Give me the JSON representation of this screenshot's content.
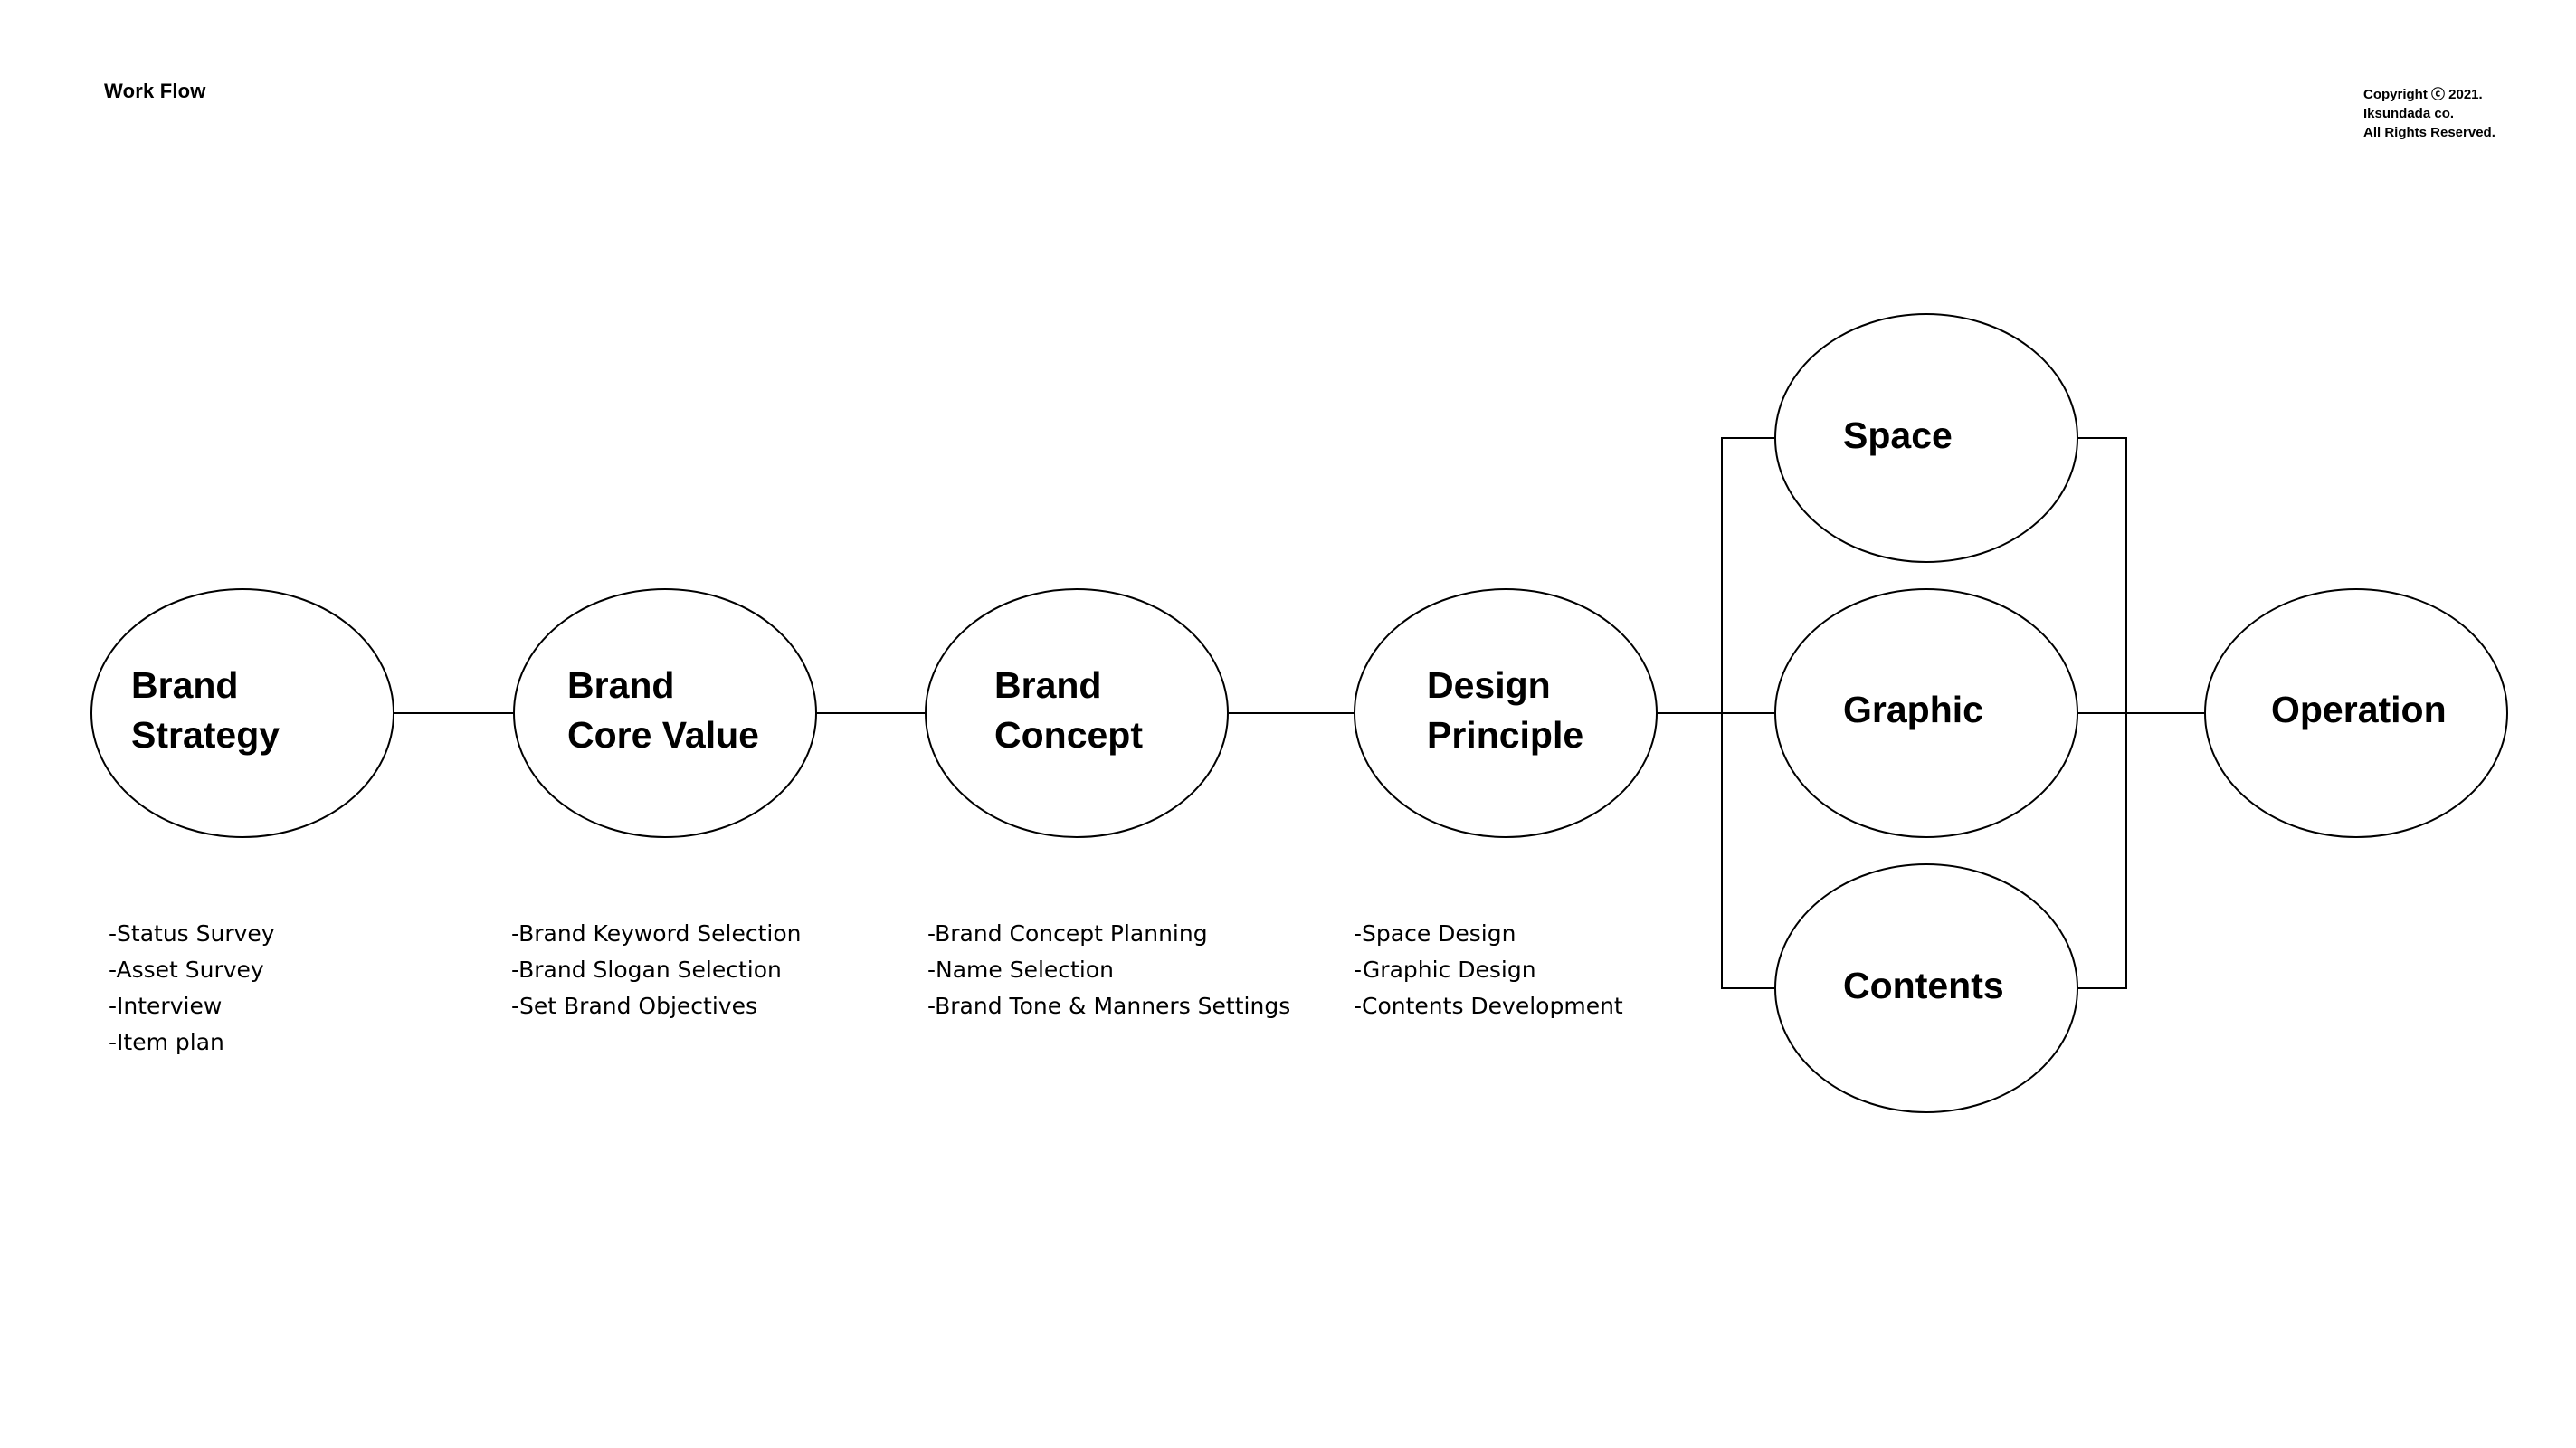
{
  "header": {
    "title": "Work Flow",
    "copyright_lines": [
      "Copyright ⓒ 2021.",
      "Iksundada co.",
      "All Rights Reserved."
    ]
  },
  "nodes": {
    "brand_strategy": {
      "lines": [
        "Brand",
        "Strategy"
      ]
    },
    "brand_core_value": {
      "lines": [
        "Brand",
        "Core Value"
      ]
    },
    "brand_concept": {
      "lines": [
        "Brand",
        "Concept"
      ]
    },
    "design_principle": {
      "lines": [
        "Design",
        "Principle"
      ]
    },
    "space": {
      "lines": [
        "Space"
      ]
    },
    "graphic": {
      "lines": [
        "Graphic"
      ]
    },
    "contents": {
      "lines": [
        "Contents"
      ]
    },
    "operation": {
      "lines": [
        "Operation"
      ]
    }
  },
  "details": {
    "brand_strategy": [
      "-Status Survey",
      "-Asset Survey",
      "-Interview",
      "-Item plan"
    ],
    "brand_core_value": [
      "-Brand Keyword Selection",
      "-Brand Slogan Selection",
      "-Set Brand Objectives"
    ],
    "brand_concept": [
      "-Brand Concept Planning",
      "-Name Selection",
      "-Brand Tone & Manners Settings"
    ],
    "design_principle": [
      "-Space Design",
      "-Graphic Design",
      "-Contents Development"
    ]
  }
}
